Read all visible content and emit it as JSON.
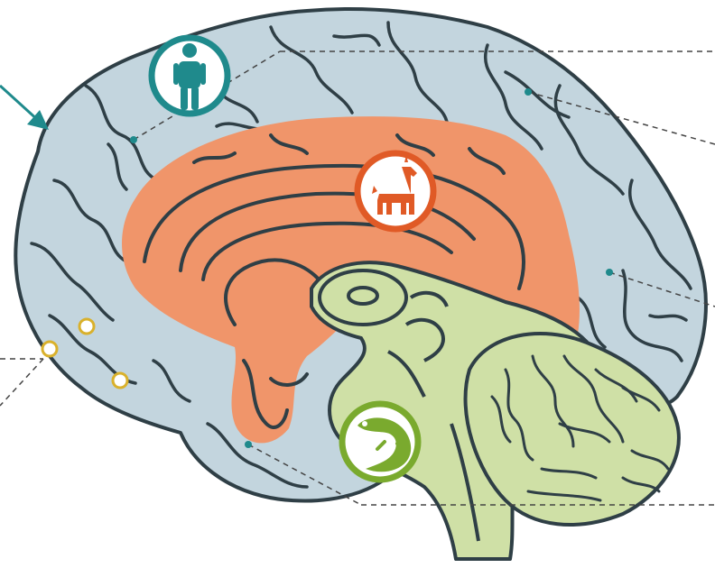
{
  "diagram": {
    "title": "",
    "regions": [
      {
        "name": "neocortex",
        "color": "#c3d5de"
      },
      {
        "name": "limbic-system",
        "color": "#f0956a"
      },
      {
        "name": "reptilian-brain",
        "color": "#cfe0a6"
      }
    ],
    "badges": [
      {
        "icon": "human-icon",
        "color": "#1f8a8c"
      },
      {
        "icon": "llama-icon",
        "color": "#e05a26"
      },
      {
        "icon": "lizard-icon",
        "color": "#7aaa2e"
      }
    ],
    "outline_color": "#2f3f46",
    "leader_color": "#444444",
    "marker_color": "#d9b12c"
  }
}
